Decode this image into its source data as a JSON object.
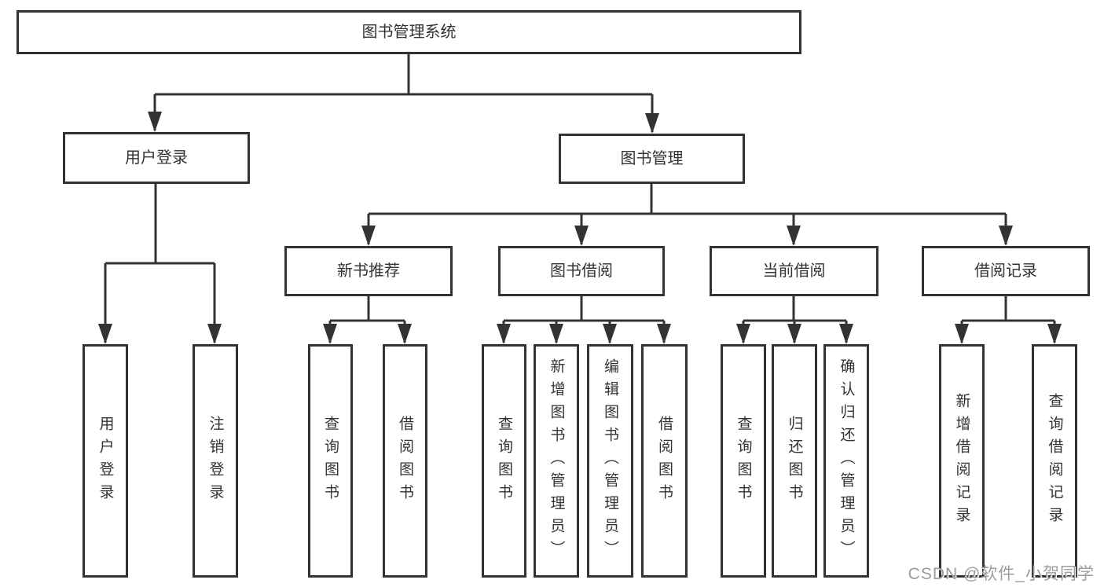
{
  "diagram": {
    "title": "图书管理系统",
    "nodes": {
      "root": "图书管理系统",
      "user_login": "用户登录",
      "book_management": "图书管理",
      "new_book_recommend": "新书推荐",
      "book_borrow": "图书借阅",
      "current_borrow": "当前借阅",
      "borrow_record": "借阅记录",
      "leaf_user_login": "用户登录",
      "leaf_logout": "注销登录",
      "leaf_nb_query": "查询图书",
      "leaf_nb_borrow": "借阅图书",
      "leaf_bb_query": "查询图书",
      "leaf_bb_add": "新增图书（管理员）",
      "leaf_bb_edit": "编辑图书（管理员）",
      "leaf_bb_borrow": "借阅图书",
      "leaf_cb_query": "查询图书",
      "leaf_cb_return": "归还图书",
      "leaf_cb_confirm": "确认归还（管理员）",
      "leaf_br_add": "新增借阅记录",
      "leaf_br_query": "查询借阅记录"
    }
  },
  "watermark": {
    "text": "CSDN @软件_小贺同学"
  },
  "colors": {
    "line": "#333333",
    "box_border": "#333333",
    "text": "#333333",
    "watermark": "#9c9c9c",
    "background": "#ffffff"
  }
}
